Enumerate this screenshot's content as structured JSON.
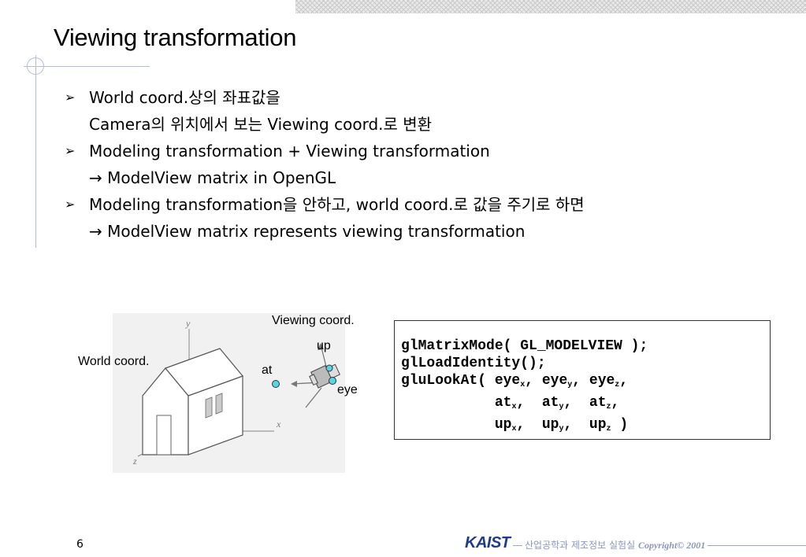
{
  "slide": {
    "title": "Viewing transformation",
    "page_number": "6"
  },
  "bullets": [
    {
      "line1": "World coord.상의 좌표값을",
      "line2": "Camera의 위치에서 보는 Viewing coord.로 변환"
    },
    {
      "line1": "Modeling transformation + Viewing transformation",
      "line2": "→ ModelView matrix in OpenGL"
    },
    {
      "line1": "Modeling transformation을 안하고, world coord.로 값을 주기로 하면",
      "line2": "→ ModelView matrix represents viewing transformation"
    }
  ],
  "figure": {
    "world_label": "World coord.",
    "viewing_label": "Viewing coord.",
    "up_label": "up",
    "at_label": "at",
    "eye_label": "eye",
    "axis_x": "x",
    "axis_y": "y",
    "axis_z": "z"
  },
  "code": {
    "line1": "glMatrixMode( GL_MODELVIEW );",
    "line2": "glLoadIdentity();",
    "line3_prefix": "gluLookAt( ",
    "eye": "eye",
    "at": "at",
    "up": "up",
    "sub_x": "x",
    "sub_y": "y",
    "sub_z": "z",
    "end": " )"
  },
  "footer": {
    "logo": "KAIST",
    "lab": "산업공학과 제조정보 실험실",
    "copyright": "Copyright© 2001"
  },
  "colors": {
    "accent_line": "#b3bdd6",
    "logo_blue": "#1f3c8a",
    "footer_text": "#8a96bb",
    "marker_cyan": "#55d6e4"
  }
}
